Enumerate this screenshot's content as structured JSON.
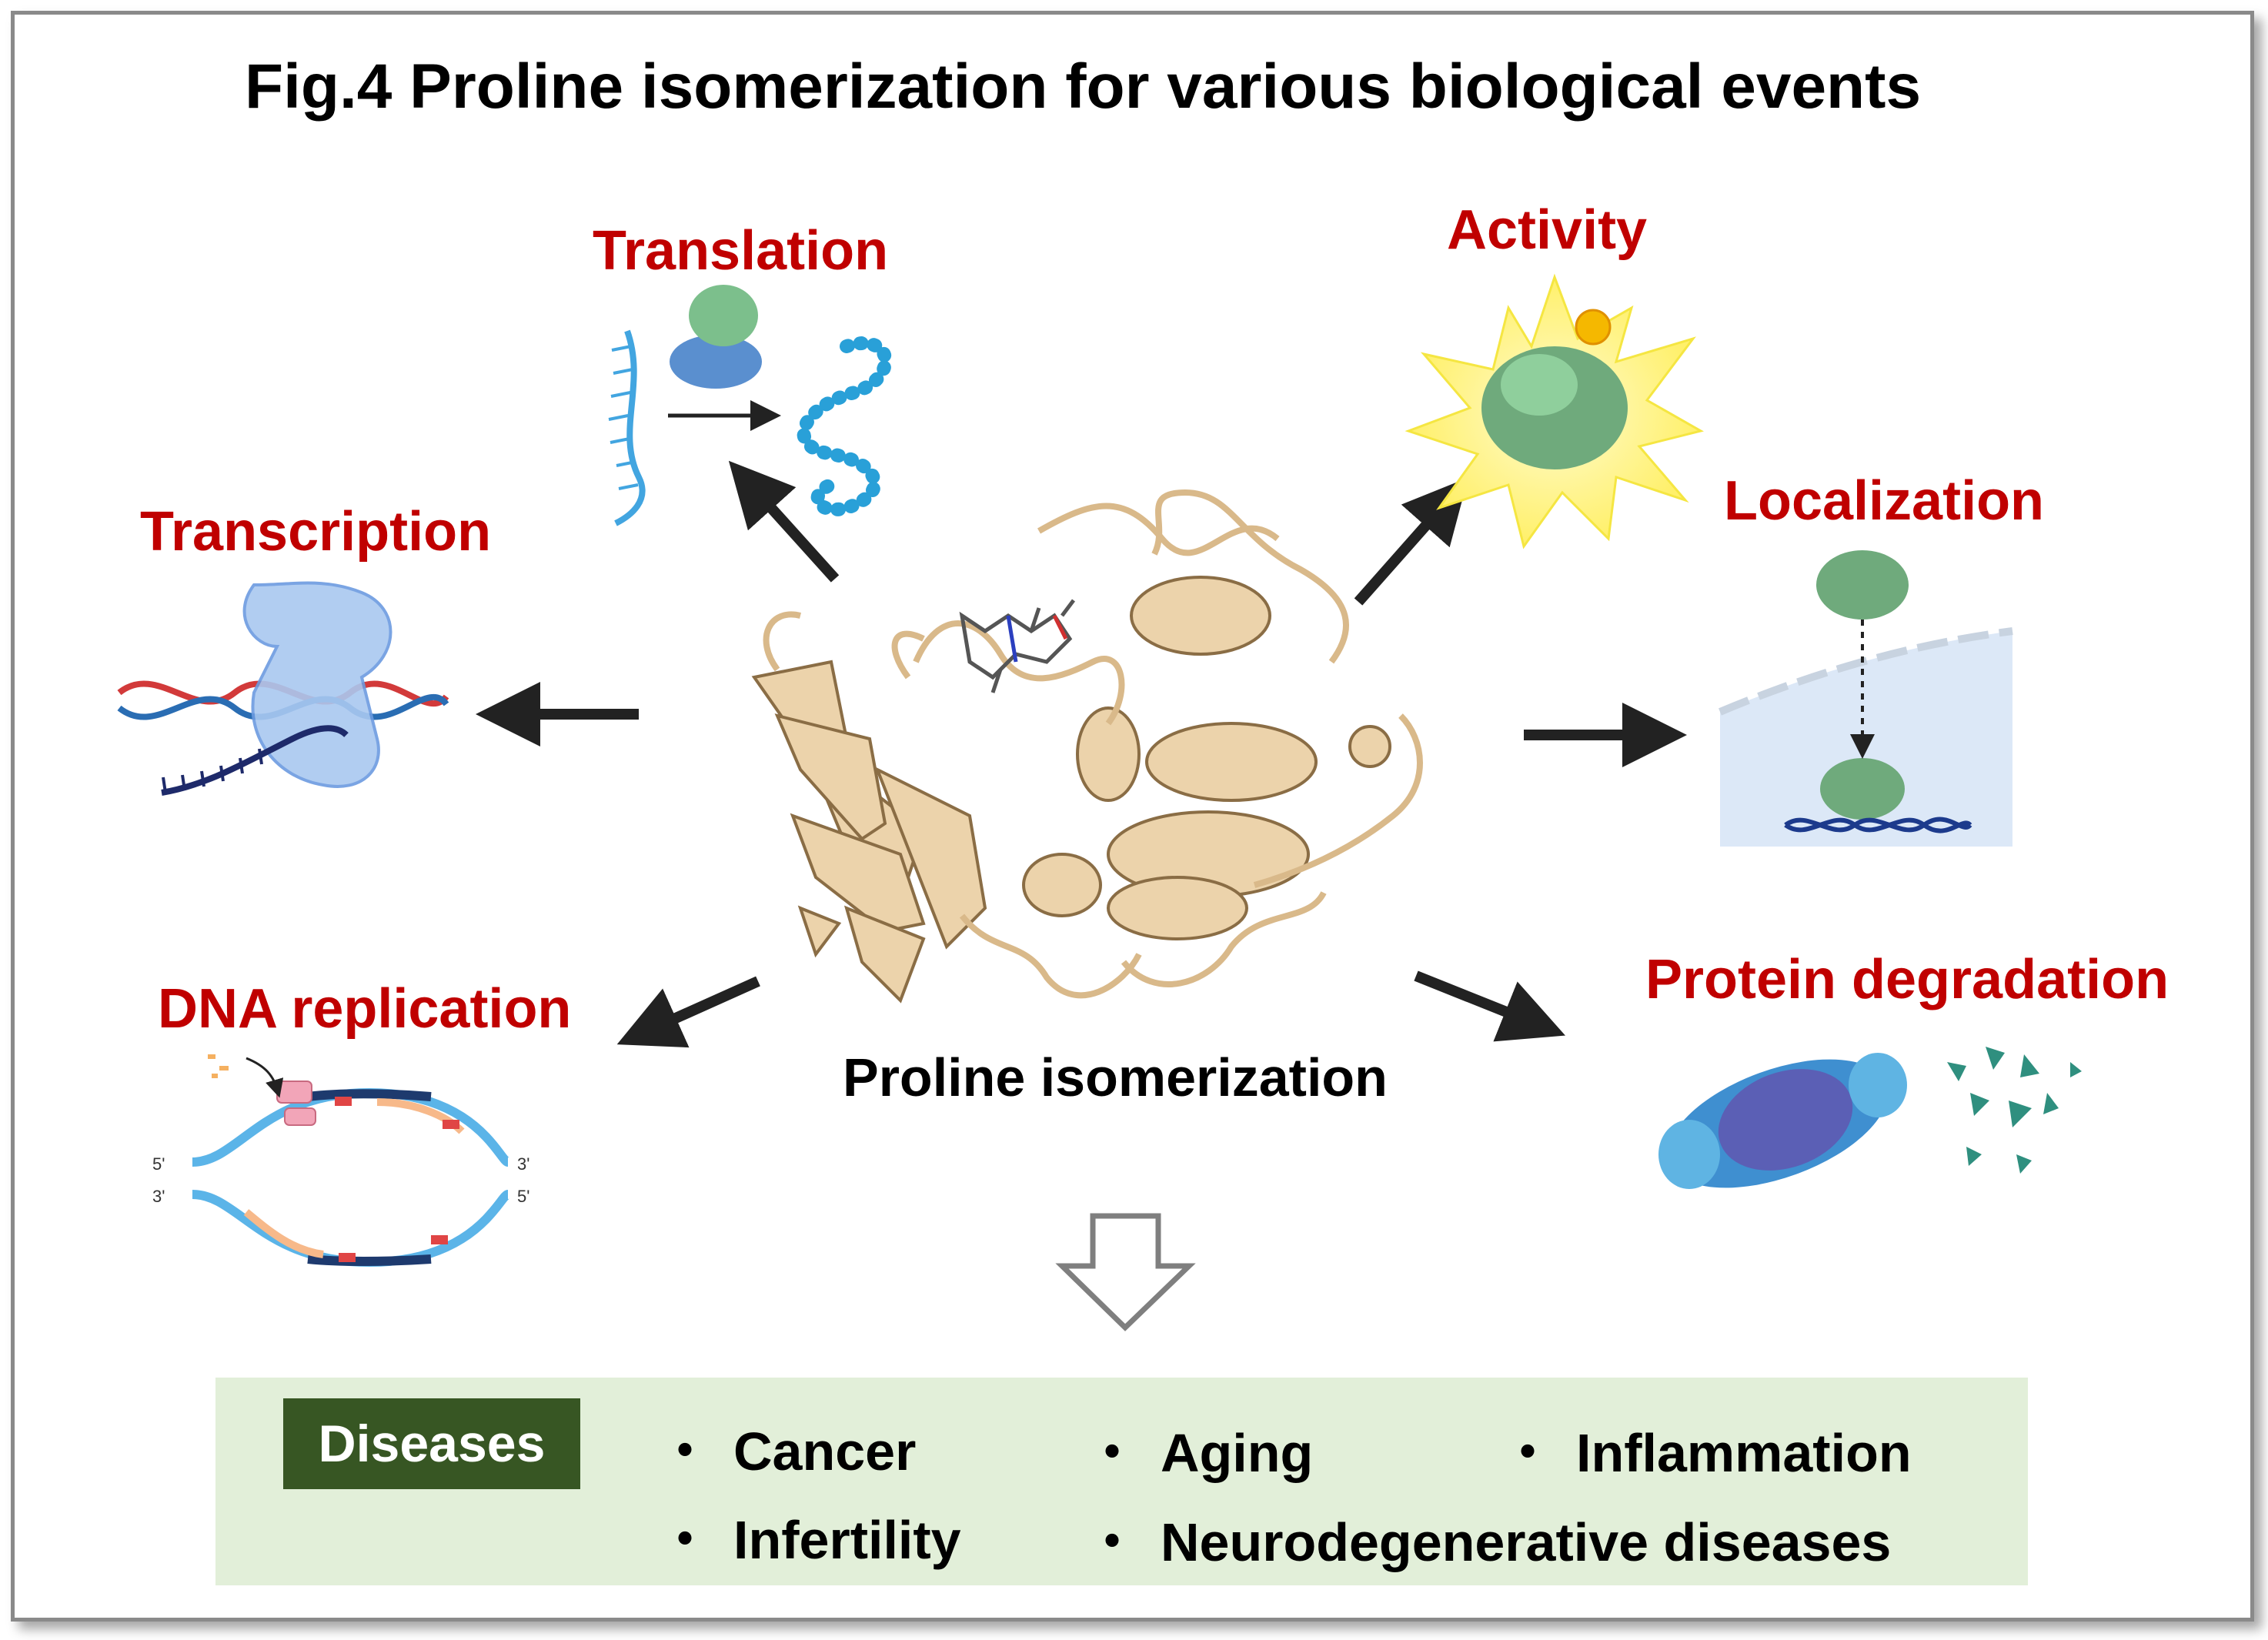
{
  "title": "Fig.4 Proline isomerization for various biological events",
  "center_label": "Proline isomerization",
  "events": {
    "translation": "Translation",
    "activity": "Activity",
    "transcription": "Transcription",
    "localization": "Localization",
    "dna_replication": "DNA replication",
    "protein_degradation": "Protein degradation"
  },
  "replication_strand_labels": {
    "top_left": "5'",
    "top_right": "3'",
    "bottom_left": "3'",
    "bottom_right": "5'"
  },
  "diseases": {
    "tag": "Diseases",
    "bullet": "・",
    "items": [
      "Cancer",
      "Aging",
      "Inflammation",
      "Infertility",
      "Neurodegenerative diseases"
    ]
  },
  "colors": {
    "event_label": "#c00000",
    "panel_bg": "#e2efd9",
    "tag_bg": "#375623",
    "protein": "#e8cfa6",
    "arrow": "#222222"
  }
}
